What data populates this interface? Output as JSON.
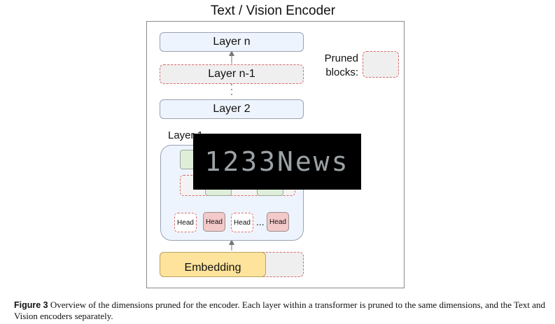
{
  "figure": {
    "title": "Text / Vision Encoder",
    "layers": {
      "top": "Layer n",
      "second": "Layer n-1",
      "lower": "Layer 2",
      "first": "Layer 1"
    },
    "legend": {
      "line1": "Pruned",
      "line2": "blocks:"
    },
    "heads": [
      "Head",
      "Head",
      "Head",
      "Head"
    ],
    "ellipsis": "...",
    "embedding": "Embedding",
    "colors": {
      "layer_fill": "#eef4fd",
      "pruned_border": "#d96a6a",
      "head_fill": "#f3c9c9",
      "embedding_fill": "#fde39b",
      "mlp_fill": "#dfeed9"
    }
  },
  "watermark": {
    "text": "1233News"
  },
  "caption": {
    "label": "Figure 3",
    "text": "Overview of the dimensions pruned for the encoder. Each layer within a transformer is pruned to the same dimensions, and the Text and Vision encoders separately."
  }
}
